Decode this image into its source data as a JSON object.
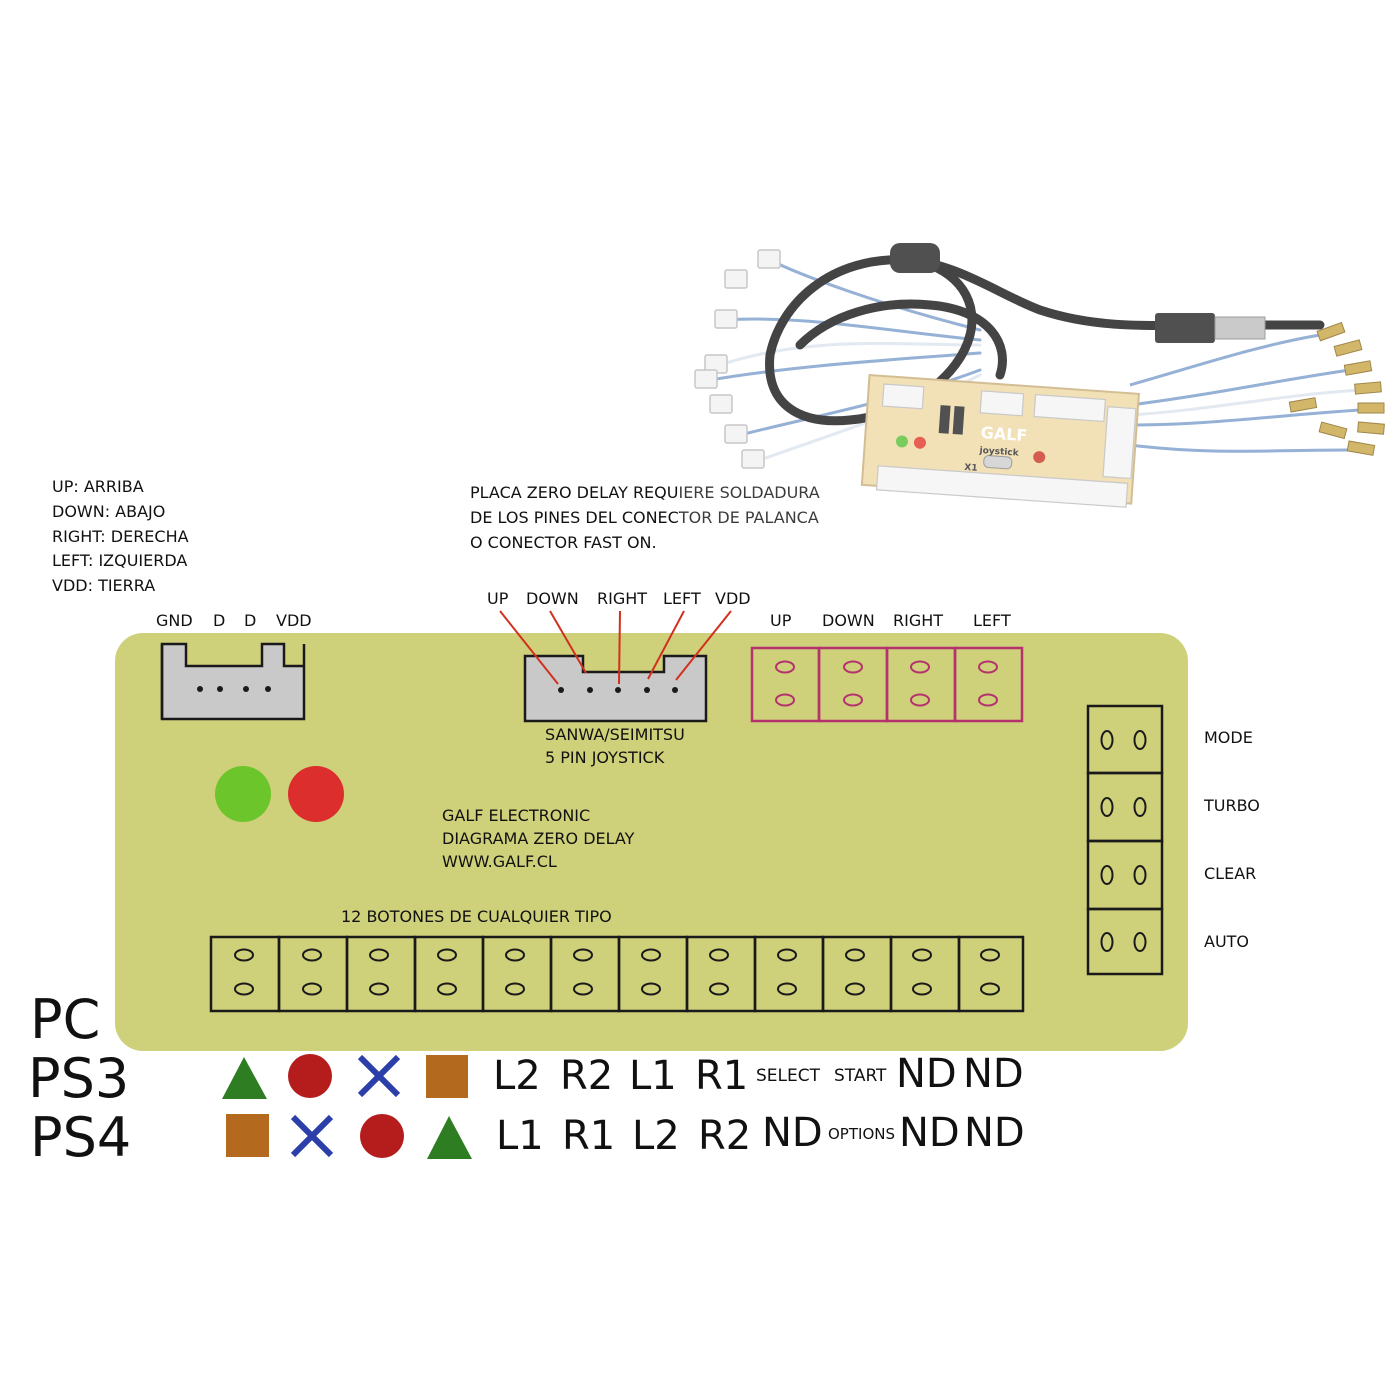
{
  "legend": {
    "lines": [
      "UP: ARRIBA",
      "DOWN: ABAJO",
      "RIGHT: DERECHA",
      "LEFT: IZQUIERDA",
      "VDD: TIERRA"
    ]
  },
  "note": {
    "lines": [
      "PLACA ZERO DELAY REQUIERE SOLDADURA",
      "DE LOS PINES DEL CONECTOR DE PALANCA",
      "O CONECTOR FAST ON."
    ]
  },
  "photo": {
    "brand": "GALF",
    "model": "joystick",
    "component_label": "X1"
  },
  "usb_connector": {
    "pin_labels": [
      "GND",
      "D",
      "D",
      "VDD"
    ]
  },
  "joystick_connector": {
    "pin_labels": [
      "UP",
      "DOWN",
      "RIGHT",
      "LEFT",
      "VDD"
    ],
    "caption_lines": [
      "SANWA/SEIMITSU",
      "5 PIN JOYSTICK"
    ],
    "wire_color": "#d2301f"
  },
  "direction_terminals": {
    "labels": [
      "UP",
      "DOWN",
      "RIGHT",
      "LEFT"
    ],
    "border_color": "#b4336f"
  },
  "function_buttons": {
    "labels": [
      "MODE",
      "TURBO",
      "CLEAR",
      "AUTO"
    ]
  },
  "leds": {
    "colors": [
      "#6cc52a",
      "#dd2e2e"
    ]
  },
  "board_info": {
    "lines": [
      "GALF ELECTRONIC",
      "DIAGRAMA ZERO DELAY",
      "WWW.GALF.CL"
    ],
    "color": "#cfd07a"
  },
  "buttons_row": {
    "title": "12 BOTONES DE CUALQUIER TIPO",
    "count": 12
  },
  "mapping": {
    "rows": [
      "PC",
      "PS3",
      "PS4"
    ],
    "ps3": {
      "symbols": [
        "triangle",
        "circle",
        "cross",
        "square"
      ],
      "labels": [
        "L2",
        "R2",
        "L1",
        "R1",
        "SELECT",
        "START",
        "ND",
        "ND"
      ]
    },
    "ps4": {
      "symbols": [
        "square",
        "cross",
        "circle",
        "triangle"
      ],
      "labels": [
        "L1",
        "R1",
        "L2",
        "R2",
        "ND",
        "OPTIONS",
        "ND",
        "ND"
      ]
    },
    "symbol_colors": {
      "triangle": "#2e7d22",
      "circle": "#b51d1d",
      "cross": "#2c3fa8",
      "square": "#b36a1e"
    }
  }
}
